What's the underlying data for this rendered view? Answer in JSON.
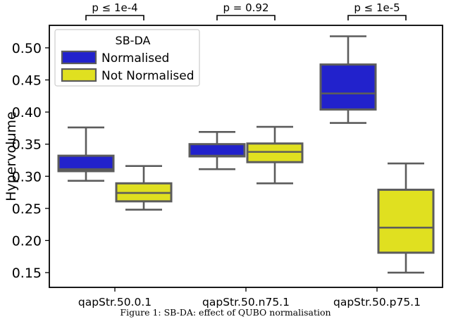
{
  "figure": {
    "caption": "Figure 1: SB-DA: effect of QUBO normalisation"
  },
  "legend": {
    "title": "SB-DA",
    "items": [
      {
        "label": "Normalised",
        "color": "#2222cc"
      },
      {
        "label": "Not Normalised",
        "color": "#e0e020"
      }
    ]
  },
  "annotations": [
    {
      "text": "p ≤ 1e-4"
    },
    {
      "text": "p = 0.92"
    },
    {
      "text": "p ≤ 1e-5"
    }
  ],
  "chart_data": {
    "type": "box",
    "title": "",
    "xlabel": "",
    "ylabel": "Hypervolume",
    "ylim": [
      0.127,
      0.535
    ],
    "yticks": [
      0.15,
      0.2,
      0.25,
      0.3,
      0.35,
      0.4,
      0.45,
      0.5
    ],
    "ytick_labels": [
      "0.15",
      "0.20",
      "0.25",
      "0.30",
      "0.35",
      "0.40",
      "0.45",
      "0.50"
    ],
    "grid": false,
    "legend_position": "upper left",
    "categories": [
      "qapStr.50.0.1",
      "qapStr.50.n75.1",
      "qapStr.50.p75.1"
    ],
    "series": [
      {
        "name": "Normalised",
        "color": "#2222cc",
        "boxes": [
          {
            "category": "qapStr.50.0.1",
            "whisker_low": 0.293,
            "q1": 0.308,
            "median": 0.311,
            "q3": 0.332,
            "whisker_high": 0.376
          },
          {
            "category": "qapStr.50.n75.1",
            "whisker_low": 0.311,
            "q1": 0.331,
            "median": 0.332,
            "q3": 0.35,
            "whisker_high": 0.369
          },
          {
            "category": "qapStr.50.p75.1",
            "whisker_low": 0.383,
            "q1": 0.404,
            "median": 0.429,
            "q3": 0.474,
            "whisker_high": 0.518
          }
        ]
      },
      {
        "name": "Not Normalised",
        "color": "#e0e020",
        "boxes": [
          {
            "category": "qapStr.50.0.1",
            "whisker_low": 0.248,
            "q1": 0.261,
            "median": 0.274,
            "q3": 0.289,
            "whisker_high": 0.316
          },
          {
            "category": "qapStr.50.n75.1",
            "whisker_low": 0.289,
            "q1": 0.322,
            "median": 0.338,
            "q3": 0.351,
            "whisker_high": 0.377
          },
          {
            "category": "qapStr.50.p75.1",
            "whisker_low": 0.15,
            "q1": 0.181,
            "median": 0.22,
            "q3": 0.279,
            "whisker_high": 0.32
          }
        ]
      }
    ],
    "significance": [
      {
        "group": "qapStr.50.0.1",
        "text": "p ≤ 1e-4"
      },
      {
        "group": "qapStr.50.n75.1",
        "text": "p = 0.92"
      },
      {
        "group": "qapStr.50.p75.1",
        "text": "p ≤ 1e-5"
      }
    ]
  }
}
